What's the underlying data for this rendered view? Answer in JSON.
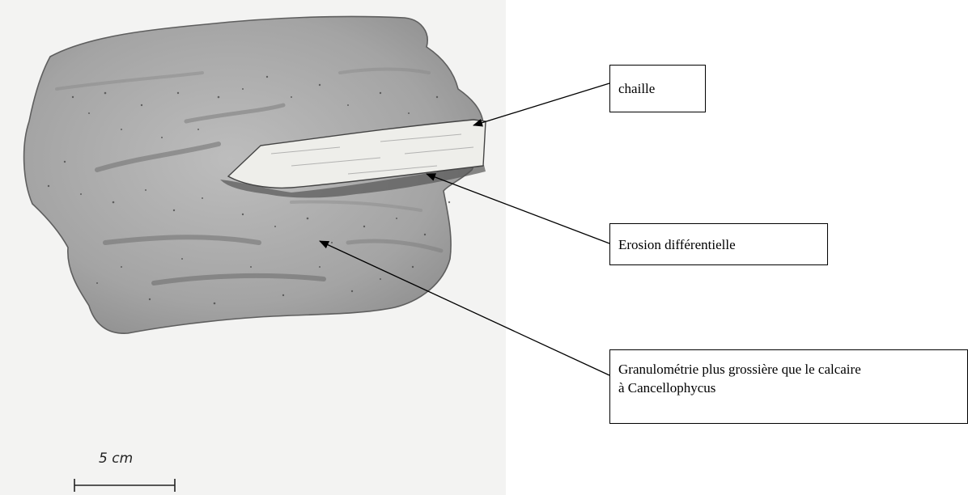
{
  "labels": {
    "chaille": "chaille",
    "erosion": "Erosion différentielle",
    "granulometrie": "Granulométrie plus grossière que le calcaire à Cancellophycus"
  },
  "scale_bar": {
    "label": "5 cm"
  },
  "colors": {
    "rock_fill": "#a9a9a9",
    "rock_dark": "#7d7d7d",
    "chert_fill": "#eeeeea",
    "paper": "#f3f3f2",
    "line": "#000000"
  }
}
